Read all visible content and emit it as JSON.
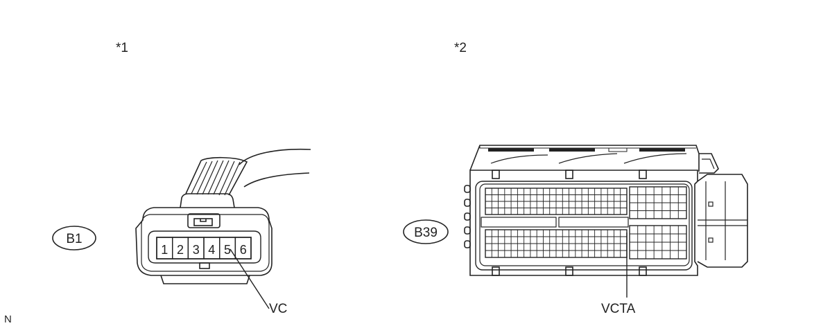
{
  "diagram": {
    "left_callout": "*1",
    "right_callout": "*2",
    "left_connector": {
      "code": "B1",
      "pins": [
        "1",
        "2",
        "3",
        "4",
        "5",
        "6"
      ],
      "pin_label": "VC"
    },
    "right_connector": {
      "code": "B39",
      "pin_label": "VCTA"
    },
    "corner_mark": "N"
  }
}
